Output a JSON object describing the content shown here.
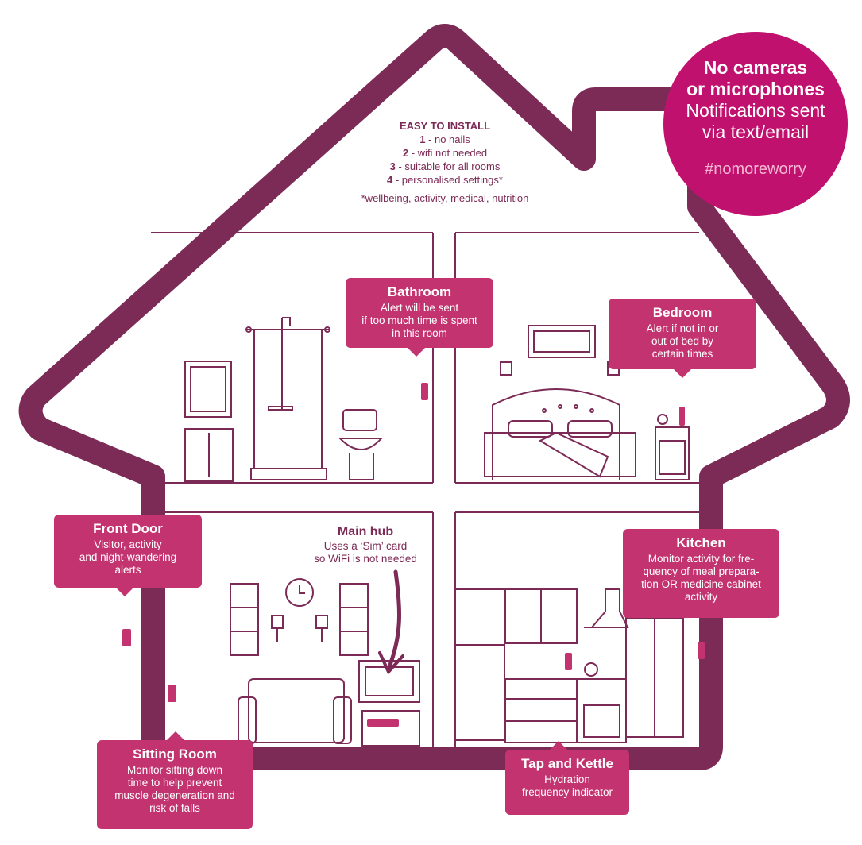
{
  "badge": {
    "line1": "No cameras",
    "line2": "or microphones",
    "line3": "Notifications sent",
    "line4": "via text/email",
    "hashtag": "#nomoreworry"
  },
  "install": {
    "heading": "EASY TO INSTALL",
    "items": [
      {
        "num": "1",
        "text": " - no nails"
      },
      {
        "num": "2",
        "text": " - wifi not needed"
      },
      {
        "num": "3",
        "text": " - suitable for all rooms"
      },
      {
        "num": "4",
        "text": " - personalised settings*"
      }
    ],
    "note": "*wellbeing, activity, medical, nutrition"
  },
  "callouts": {
    "bathroom": {
      "title": "Bathroom",
      "lines": [
        "Alert will be sent",
        "if too much time is spent",
        "in this room"
      ]
    },
    "bedroom": {
      "title": "Bedroom",
      "lines": [
        "Alert if not in or",
        "out of bed by",
        "certain times"
      ]
    },
    "front_door": {
      "title": "Front Door",
      "lines": [
        "Visitor, activity",
        "and night-wandering",
        "alerts"
      ]
    },
    "kitchen": {
      "title": "Kitchen",
      "lines": [
        "Monitor activity for fre-",
        "quency of meal prepara-",
        "tion OR medicine cabinet",
        "activity"
      ]
    },
    "sitting_room": {
      "title": "Sitting Room",
      "lines": [
        "Monitor sitting down",
        "time to help prevent",
        "muscle degeneration and",
        "risk of falls"
      ]
    },
    "tap_kettle": {
      "title": "Tap and Kettle",
      "lines": [
        "Hydration",
        "frequency indicator"
      ]
    }
  },
  "hub": {
    "title": "Main hub",
    "lines": [
      "Uses a ‘Sim’ card",
      "so WiFi is not needed"
    ]
  },
  "colors": {
    "house": "#7c2a56",
    "accent": "#c2336f",
    "badge": "#c0116e"
  }
}
